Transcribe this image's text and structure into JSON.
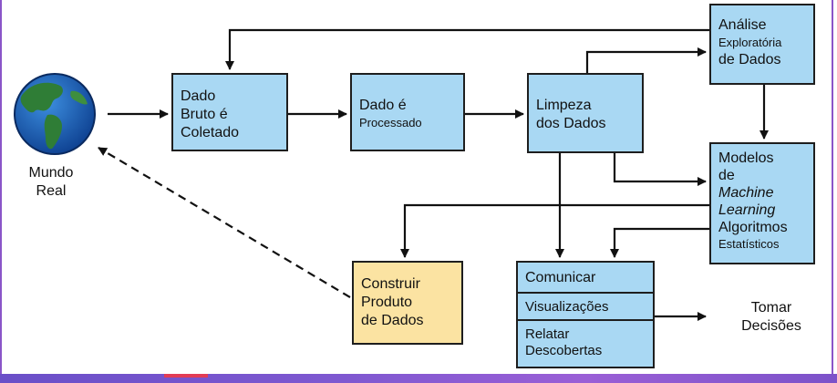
{
  "world": {
    "icon": "globe-icon",
    "label_line1": "Mundo",
    "label_line2": "Real"
  },
  "raw_data": {
    "line1": "Dado",
    "line2": "Bruto é",
    "line3": "Coletado"
  },
  "processed": {
    "line1": "Dado é",
    "line2": "Processado"
  },
  "cleaning": {
    "line1": "Limpeza",
    "line2": "dos Dados"
  },
  "eda": {
    "line1": "Análise",
    "line2": "Exploratória",
    "line3": "de Dados"
  },
  "models": {
    "line1": "Modelos",
    "line2": "de",
    "line3": "Machine",
    "line4": "Learning",
    "line5": "Algoritmos",
    "line6": "Estatísticos"
  },
  "product": {
    "line1": "Construir",
    "line2": "Produto",
    "line3": "de Dados"
  },
  "communicate": {
    "header": "Comunicar",
    "row1": "Visualizações",
    "row2_line1": "Relatar",
    "row2_line2": "Descobertas"
  },
  "decisions": {
    "line1": "Tomar",
    "line2": "Decisões"
  },
  "colors": {
    "box_blue": "#a9d8f3",
    "box_yellow": "#fbe3a2",
    "border": "#1e1e1e"
  }
}
